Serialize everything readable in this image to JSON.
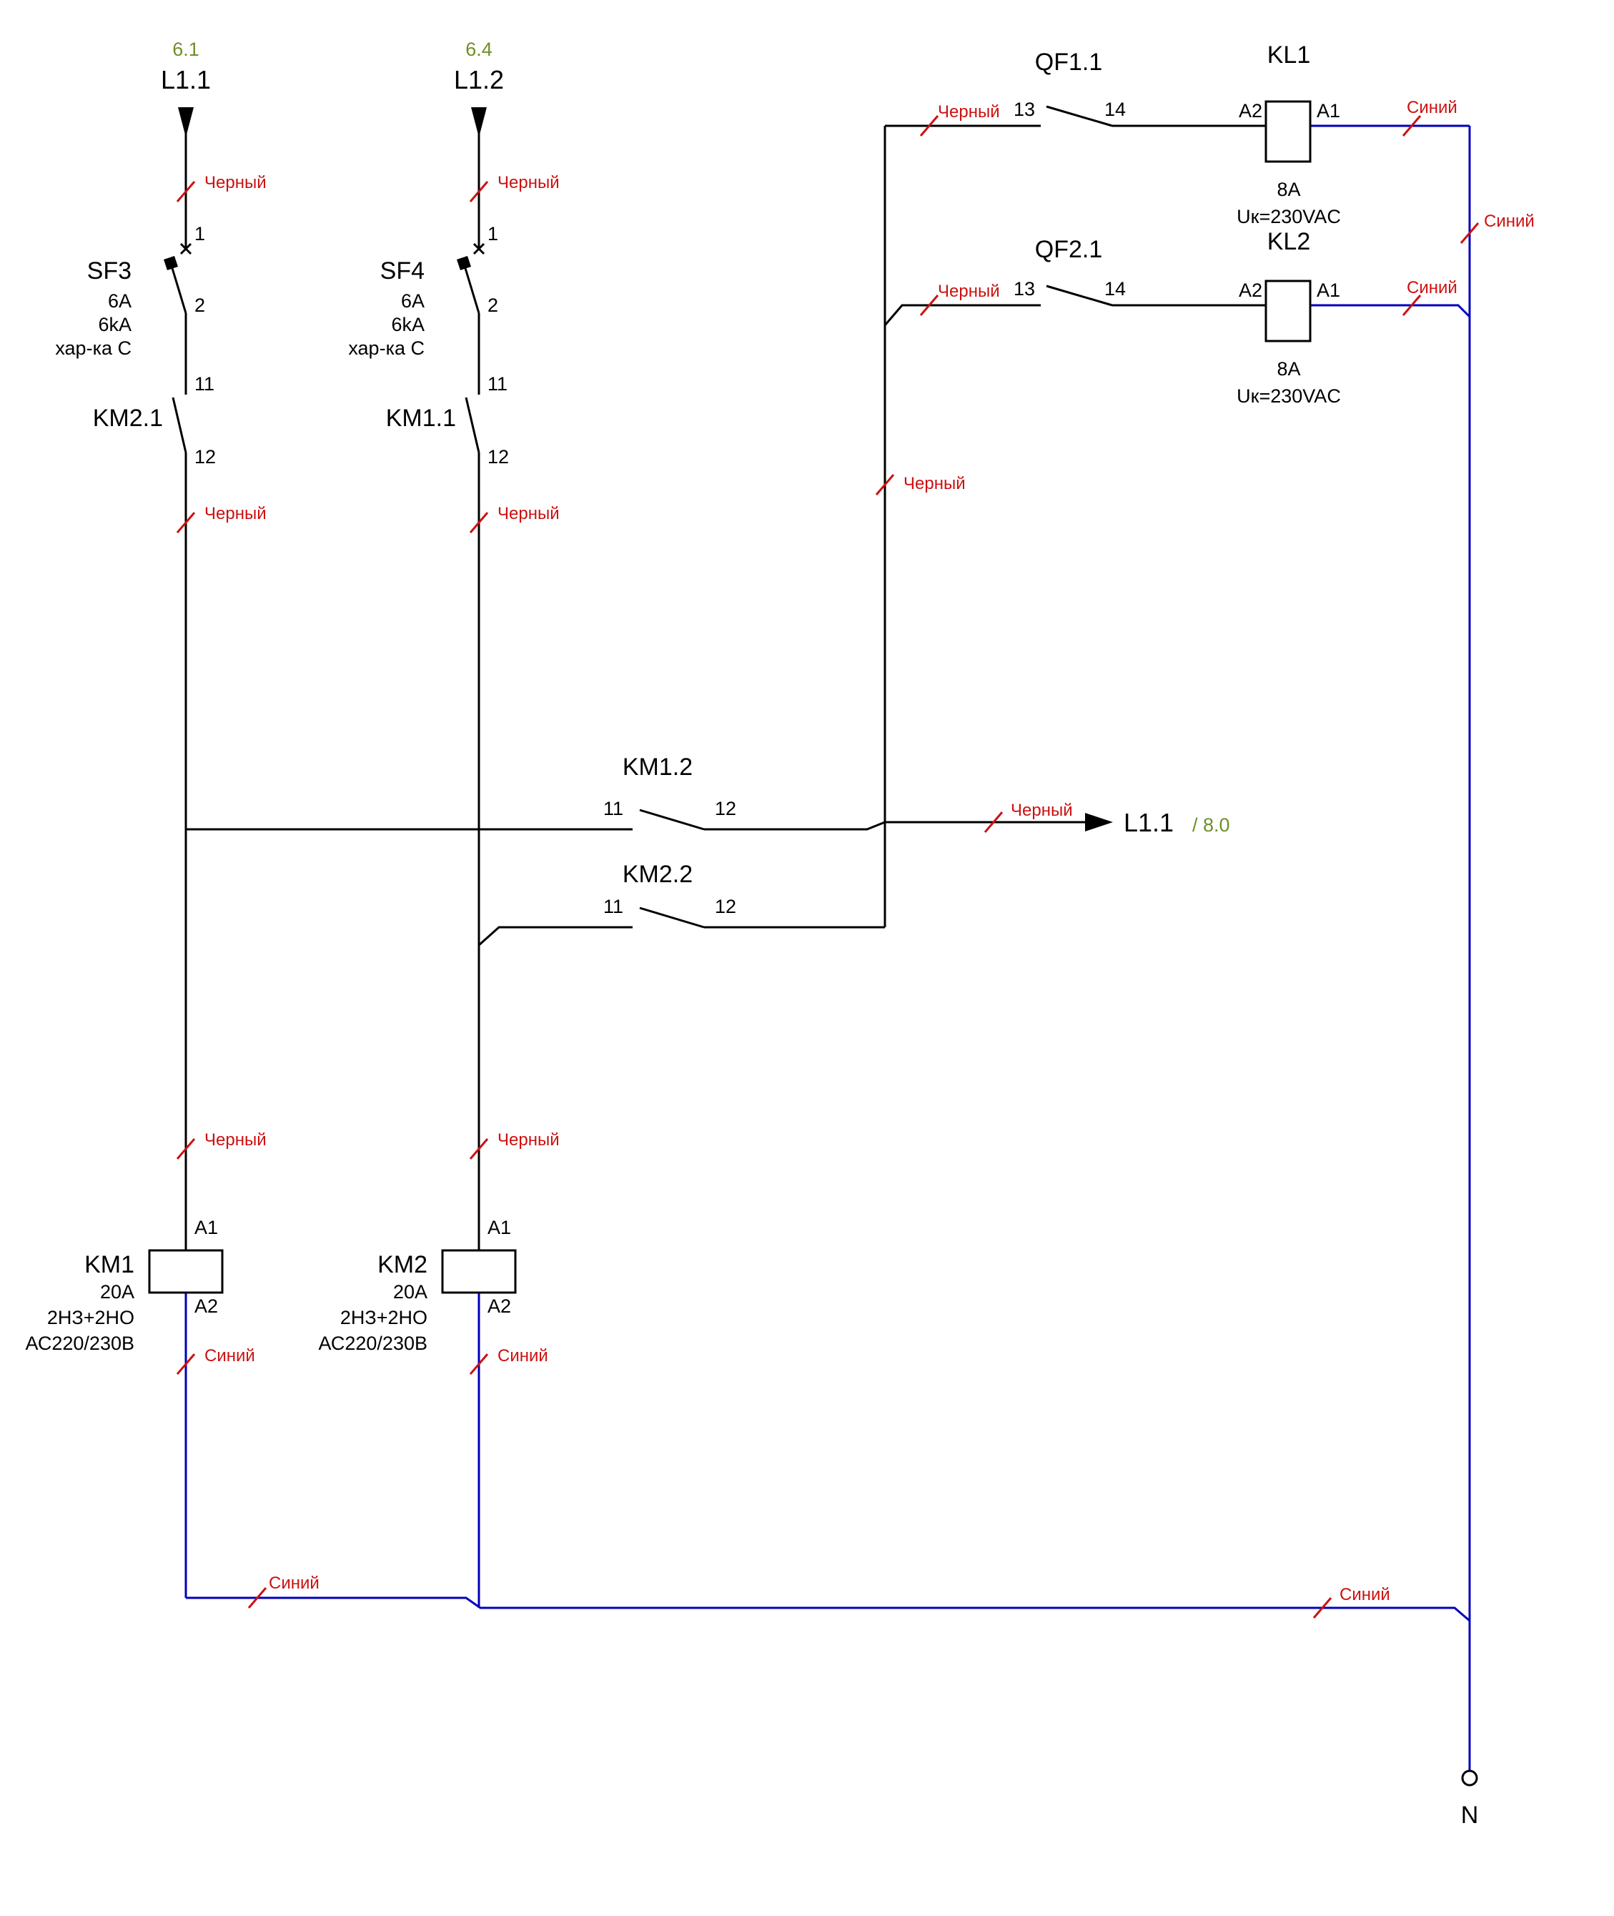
{
  "wire_labels": {
    "black": "Черный",
    "blue": "Синий"
  },
  "sources": {
    "l11": {
      "ref": "6.1",
      "name": "L1.1"
    },
    "l12": {
      "ref": "6.4",
      "name": "L1.2"
    }
  },
  "breakers": {
    "sf3": {
      "name": "SF3",
      "current": "6A",
      "breaking_capacity": "6kA",
      "curve": "хар-ка С",
      "terminal_top": "1",
      "terminal_bottom": "2"
    },
    "sf4": {
      "name": "SF4",
      "current": "6A",
      "breaking_capacity": "6kA",
      "curve": "хар-ка С",
      "terminal_top": "1",
      "terminal_bottom": "2"
    }
  },
  "contacts": {
    "km21": {
      "name": "KM2.1",
      "terminal_top": "11",
      "terminal_bottom": "12"
    },
    "km11": {
      "name": "KM1.1",
      "terminal_top": "11",
      "terminal_bottom": "12"
    },
    "km12": {
      "name": "KM1.2",
      "terminal_left": "11",
      "terminal_right": "12"
    },
    "km22": {
      "name": "KM2.2",
      "terminal_left": "11",
      "terminal_right": "12"
    },
    "qf11": {
      "name": "QF1.1",
      "terminal_left": "13",
      "terminal_right": "14"
    },
    "qf21": {
      "name": "QF2.1",
      "terminal_left": "13",
      "terminal_right": "14"
    }
  },
  "relays": {
    "kl1": {
      "name": "KL1",
      "terminal_in": "A2",
      "terminal_out": "A1",
      "current": "8A",
      "voltage": "Uк=230VAC"
    },
    "kl2": {
      "name": "KL2",
      "terminal_in": "A2",
      "terminal_out": "A1",
      "current": "8A",
      "voltage": "Uк=230VAC"
    }
  },
  "contactors": {
    "km1": {
      "name": "KM1",
      "terminal_top": "A1",
      "terminal_bottom": "A2",
      "current": "20A",
      "contact_set": "2НЗ+2НО",
      "voltage": "АС220/230В"
    },
    "km2": {
      "name": "KM2",
      "terminal_top": "A1",
      "terminal_bottom": "A2",
      "current": "20A",
      "contact_set": "2НЗ+2НО",
      "voltage": "АС220/230В"
    }
  },
  "destination": {
    "name": "L1.1",
    "ref": "/ 8.0"
  },
  "neutral": {
    "label": "N"
  },
  "colors": {
    "wire_black": "#000000",
    "wire_blue": "#0000bb",
    "label_red": "#cc1111",
    "ref_green": "#6f8f28"
  }
}
